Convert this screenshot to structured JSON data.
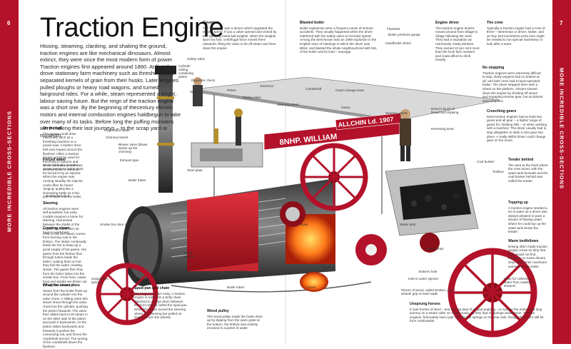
{
  "spine_left": {
    "page_number": "6",
    "section": "MORE INCREDIBLE CROSS-SECTIONS"
  },
  "spine_right": {
    "page_number": "7",
    "section": "MORE INCREDIBLE CROSS-SECTIONS"
  },
  "title": "Traction Engine",
  "intro": "Hissing, steaming, clanking, and shaking the ground, traction engines are like mechanical dinosaurs. Almost extinct, they were once the most modern form of power. Traction engines first appeared around 1860. At first they drove stationary farm machinery such as threshers, that separated kernels of grain from their husks. Later engines pulled ploughs or heavy road wagons, and turned fairground rides. For a while, steam represented a bright, labour-saving future. But the reign of the traction engine was a short one. By the beginning of thecentury electric motors and internal combustion engines haldbegun to take over many of its tasks. Before long the puffing monsters were making their last journeys – to the scrap yard or museum.",
  "engine_plate": "8NHP. WILLIAM",
  "maker_plate": "ALLCHIN Ld. 1907",
  "boxes": {
    "on_the_belt": {
      "heading": "On the belt",
      "text": "The engine could drive machinery such as a threshing machine or a power-saw. A leather drive belt was looped around the flywheel. Often a traction engine would be used for threshing in autumn and winter, and as a power saw at other times of the year."
    },
    "forced_water": {
      "heading": "Forced water",
      "text": "Since the boiler is under steam pressure, water must be forced in by an injector. When the engine was running steadily the injector could often be heard 'singing' quietly like a simmering kettle as it fed jets of water into the boiler."
    },
    "steering": {
      "heading": "Steering",
      "text": "All traction engines were self-propelled, but early models required a horse for steering. Harnessed between the shafts of the engine, the horse did not have to work hard."
    },
    "creating_steam": {
      "heading": "Creating steam",
      "text": "Heat to boil the steam comes from burning coal in the firebox. The stoker continually feeds the fire to keep up a good supply of hot gases. Hot gases from the firebox flow through tubes inside the boiler, making them so hot they boil the water creating steam. The gases then flow from the boiler tubes into the smoke box. From here, waste heat and sparks are blown out through the chimney."
    },
    "what_the_steam_does": {
      "heading": "What the steam does",
      "text": "Steam from the boiler flows up around the cylinder into the valve chest. A sliding valve lets steam shoot through the valve chest into the cylinder, pushing the piston forwards. The valve then slides back to let steam in on the other side of the piston and push it backwards. As the piston slides backwards and forwards it pushes the connecting rod, and forces the crankshaft around. The turning of the crankshaft drives the flywheel."
    },
    "governor": {
      "heading": "Governor",
      "text": "The 'governor' was a device which regulated the engine speed. If you a valve opened and closed by two spinning metal ball weights. When the weights spun too fast, centrifugal force moved them outwards, lifting the valve to let off steam and slow down the engine."
    },
    "blasted_boiler": {
      "heading": "Blasted boiler",
      "text": "Boiler explosions were a frequent cause of serious accidents. They usually happened when the driver interfered with the safety valve to increase speed. Among the best known was an 1880 explosion in the English town of Hastings in which the driver was killed, and blasted the whole neighbourhood with bits of the boiler and its load – sausage."
    },
    "engine_driver": {
      "heading": "Engine driver",
      "text": "The traction engine drivers moved around from village to village following the work. They had a reputation as notoriously rowdy drinkers. They earned 10 per cent more than the local farm workers and could afford to drink heavily."
    },
    "the_crew": {
      "heading": "The crew",
      "text": "Typically a traction engine had a crew of three – steersman or driver, stoker, and an boy. But sometimes extra men might be needed to run special machinery or look after a team."
    },
    "no_stopping": {
      "heading": "No stopping",
      "text": "Traction engines were extremely difficult to stop. Early engines had no brakes at all, and later ones had a hand-operated brake. The driver stopped them with a wheel on the platform. Drivers slowed down the engine by shutting off steam and engaging reverse gear, but accidents were frequent."
    },
    "crunching_gears": {
      "heading": "Crunching gears",
      "text": "Most traction engines had at least two gears and all gear – a higher range of gears for climbing hills – or when working with a machine. The driver usually had to stop altogether to slide a new gear into place. A really skilful driver could change gear on the move."
    },
    "tender_behind": {
      "heading": "Tender behind",
      "text": "The area at the back where the crew stood, with the water tank beneath and the coal bunker behind was called the tender."
    },
    "topping_up": {
      "heading": "Topping up",
      "text": "A traction engine needed a lot of water as a driver was always pleased to pass a stream of flowing water where he could top up the water tank below the tender."
    },
    "warm_bedfellows": {
      "heading": "Warm bedfellows",
      "text": "Driving often made traction engine crews so dirty that they would not find lodgings, so some drivers slept under their machines warmed by the boiler."
    },
    "spud_pan_and_chain": {
      "heading": "Spud pan and chain",
      "text": "Steering was never easy. A traction engine is raised on a belly chain attached to a large drum between the front wheels called the spud pan. When the driver turned the steering wheel, the steering bar pulled on chains to turn the wheels."
    },
    "unsprung_horses": {
      "heading": "Unsprung horses",
      "text": "It took horses of steel – and a great deal of natural padding – to survive the ordeal of a long journey on a steam roller on rough roads. As they had no springs whatsoever. Traction engines, fortunately had a pair of hefty coil springs on the rear axle, though they were still far from comfortable."
    },
    "wood_pulley": {
      "heading": "Wood pulley",
      "text": "The wood pulley made the brake drive up by dipping from the open grate at the bottom, the firebox was entirely encased in a jacket of water."
    }
  },
  "labels": {
    "l1": "Safety valve",
    "l2": "Cylinder casing containing piston",
    "l3": "Regulator check",
    "l4": "Whistle",
    "l5": "Piston",
    "l6": "Sliding valve",
    "l7": "Governor",
    "l8": "Crankshaft",
    "l9": "Green change lever",
    "l10": "Flywheel",
    "l11": "Boiler pressure gauge",
    "l12": "Handbrake wheel",
    "l13": "Gears",
    "l14": "Steering wheel",
    "l15": "Driver's lunch of bread and dripping",
    "l16": "Reversing lever",
    "l17": "Coal bunker",
    "l18": "Toolbox",
    "l19": "Registration plate",
    "l20": "Chimney barrel",
    "l21": "Blower valve (blows steam up the chimney)",
    "l22": "Exhaust pipe",
    "l23": "Boiler tubes",
    "l24": "Smoke box door",
    "l25": "Smoke box door latch",
    "l26": "Water injector",
    "l27": "Steel plate",
    "l28": "Steering chain",
    "l29": "Suspension springs",
    "l30": "Boiler",
    "l31": "Firebox",
    "l32": "Water tank",
    "l33": "Water drain",
    "l34": "Stoker's hole",
    "l35": "Inlet to water injector",
    "l36": "Pieces of wood, called strakes, give wheels grip on bad roads",
    "l37": "Hose for collecting water from roadside streams",
    "l38": "Boiler tubes",
    "l39": "Steering wheel",
    "l40": "Gears"
  }
}
